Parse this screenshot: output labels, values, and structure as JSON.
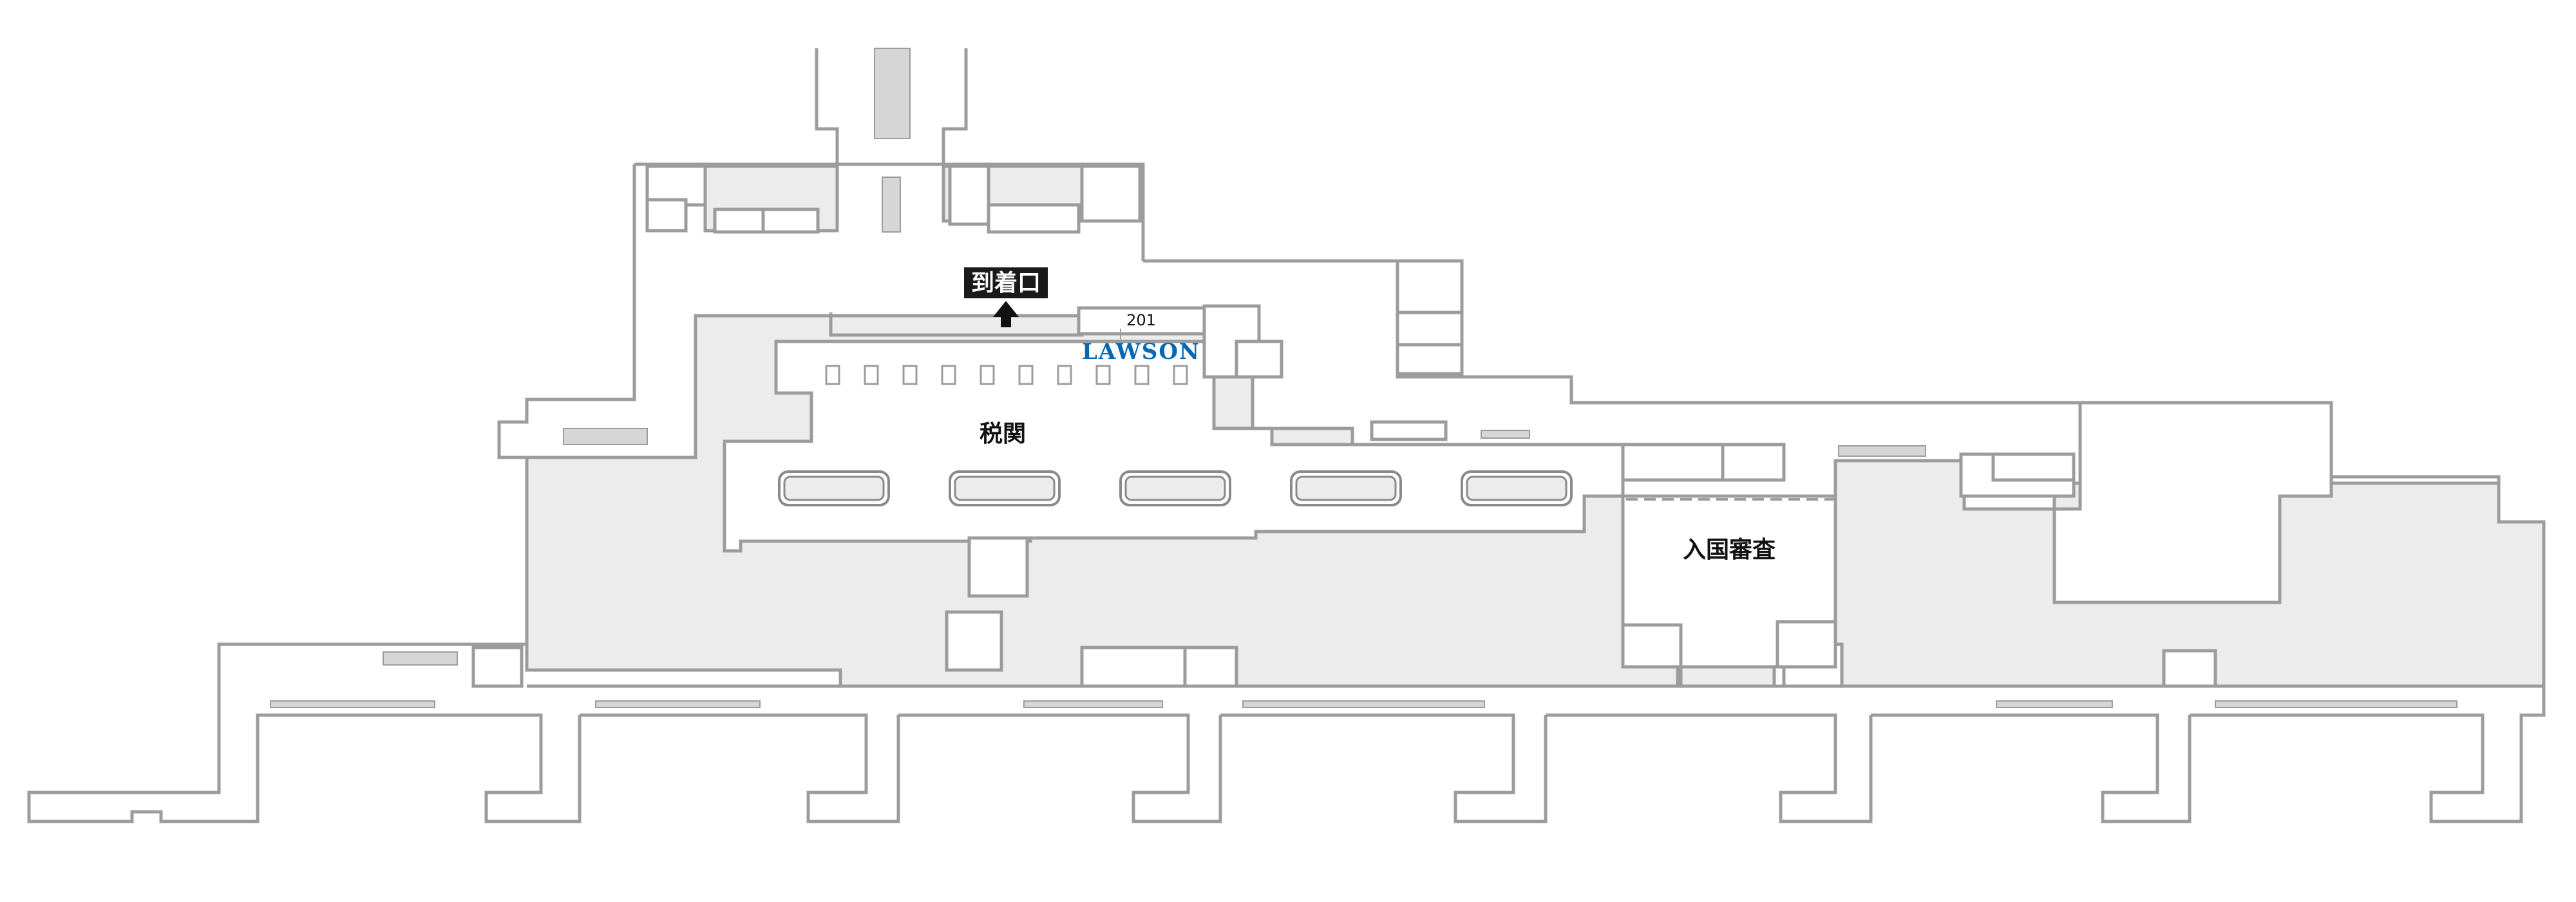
{
  "labels": {
    "arrival_exit": "到着口",
    "customs": "税関",
    "immigration": "入国審査",
    "shop_number": "201",
    "shop_brand": "LAWSON"
  },
  "colors": {
    "wall": "#9c9c9c",
    "zone_fill": "#ececec",
    "label_box": "#1a1a1a",
    "label_text_on_box": "#ffffff",
    "brand_blue": "#0068b7",
    "arrow": "#111111"
  },
  "icons": {
    "arrival_arrow": "arrow-up-icon"
  },
  "counts": {
    "baggage_carousels": 5,
    "customs_booths": 10
  }
}
